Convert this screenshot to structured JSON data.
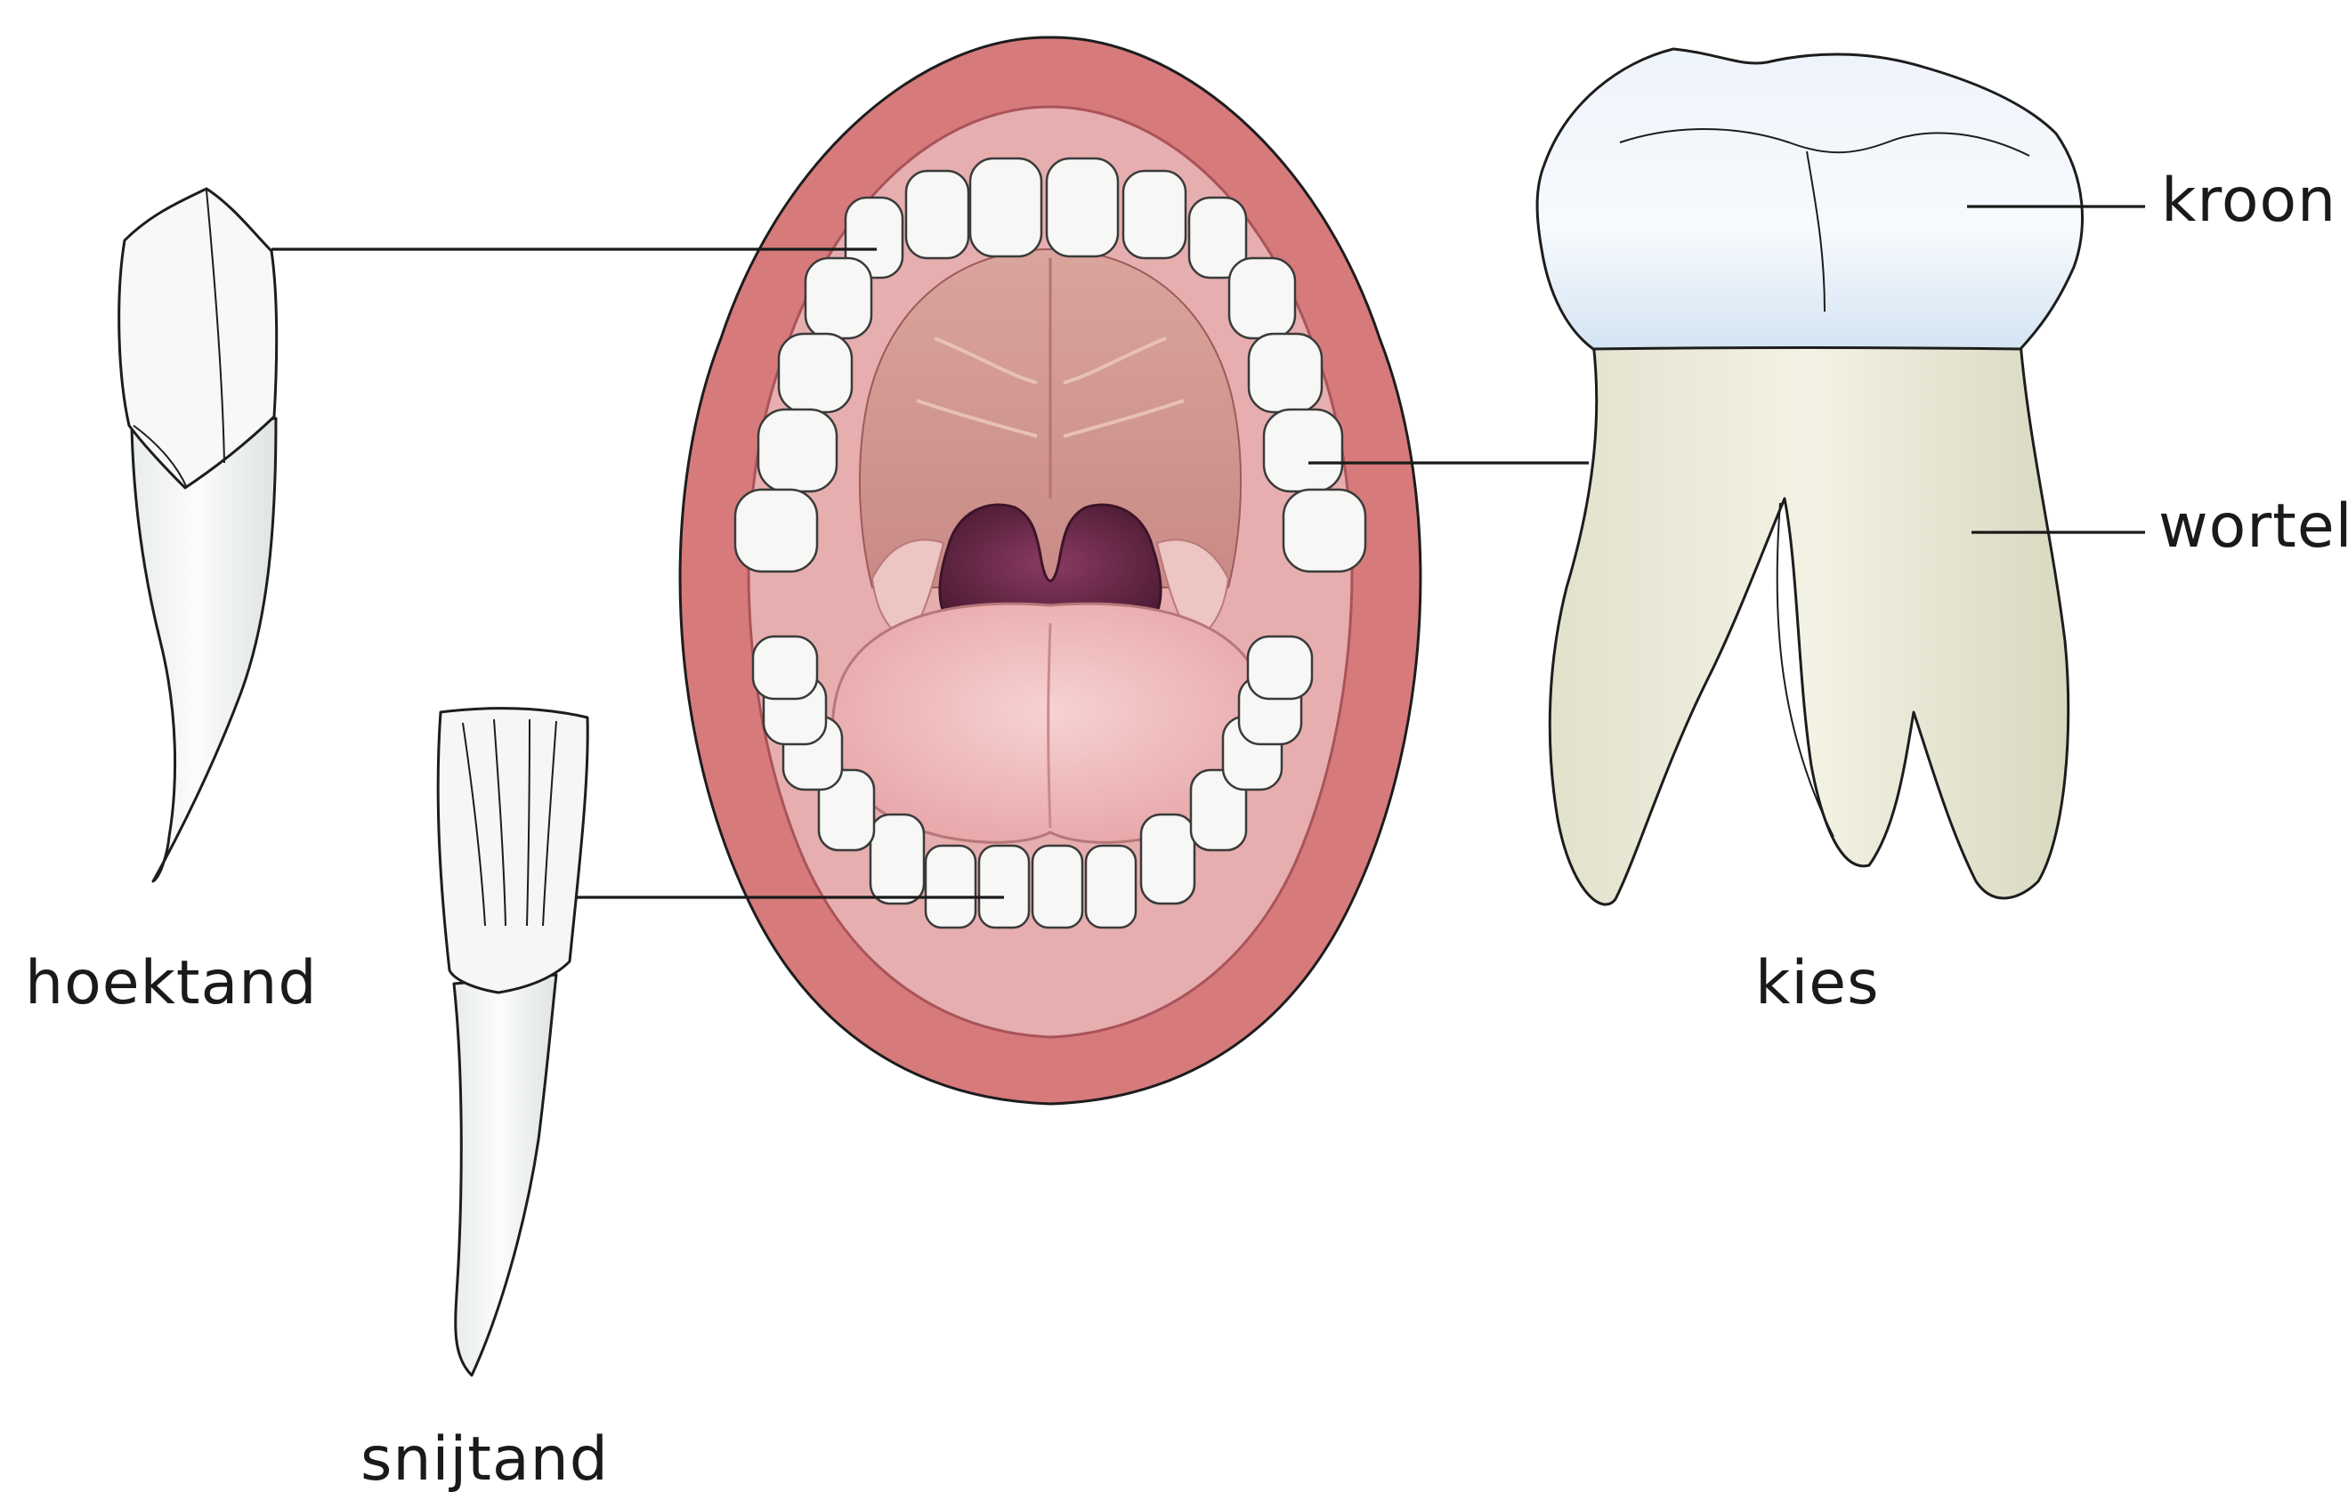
{
  "diagram": {
    "labels": {
      "canine": "hoektand",
      "incisor": "snijtand",
      "molar": "kies",
      "crown": "kroon",
      "root": "wortel"
    },
    "colors": {
      "lip": "#d77a7c",
      "gum": "#e3a9a9",
      "palate": "#cf9892",
      "throat": "#6b2a4a",
      "tongue": "#f0bcbc",
      "tooth_enamel": "#f4f6f6",
      "crown_tint": "#dde9f5",
      "root_tint": "#ecebd8"
    }
  }
}
